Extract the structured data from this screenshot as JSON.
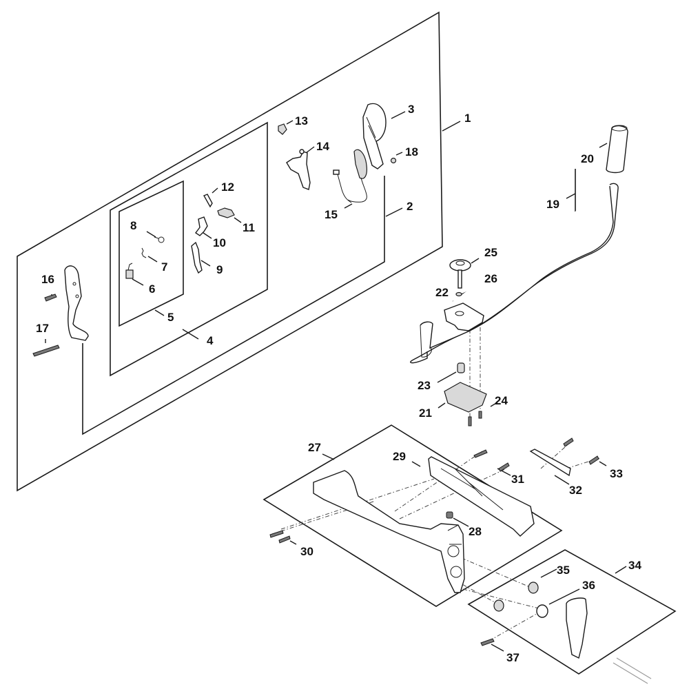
{
  "diagram": {
    "type": "exploded-parts-view",
    "subject": "Handle assembly with loop handle and control handle",
    "callouts": [
      {
        "id": "1",
        "label": "1"
      },
      {
        "id": "2",
        "label": "2"
      },
      {
        "id": "3",
        "label": "3"
      },
      {
        "id": "4",
        "label": "4"
      },
      {
        "id": "5",
        "label": "5"
      },
      {
        "id": "6",
        "label": "6"
      },
      {
        "id": "7",
        "label": "7"
      },
      {
        "id": "8",
        "label": "8"
      },
      {
        "id": "9",
        "label": "9"
      },
      {
        "id": "10",
        "label": "10"
      },
      {
        "id": "11",
        "label": "11"
      },
      {
        "id": "12",
        "label": "12"
      },
      {
        "id": "13",
        "label": "13"
      },
      {
        "id": "14",
        "label": "14"
      },
      {
        "id": "15",
        "label": "15"
      },
      {
        "id": "16",
        "label": "16"
      },
      {
        "id": "17",
        "label": "17"
      },
      {
        "id": "18",
        "label": "18"
      },
      {
        "id": "19",
        "label": "19"
      },
      {
        "id": "20",
        "label": "20"
      },
      {
        "id": "21",
        "label": "21"
      },
      {
        "id": "22",
        "label": "22"
      },
      {
        "id": "23",
        "label": "23"
      },
      {
        "id": "24",
        "label": "24"
      },
      {
        "id": "25",
        "label": "25"
      },
      {
        "id": "26",
        "label": "26"
      },
      {
        "id": "27",
        "label": "27"
      },
      {
        "id": "28",
        "label": "28"
      },
      {
        "id": "29",
        "label": "29"
      },
      {
        "id": "30",
        "label": "30"
      },
      {
        "id": "31",
        "label": "31"
      },
      {
        "id": "32",
        "label": "32"
      },
      {
        "id": "33",
        "label": "33"
      },
      {
        "id": "34",
        "label": "34"
      },
      {
        "id": "35",
        "label": "35"
      },
      {
        "id": "36",
        "label": "36"
      },
      {
        "id": "37",
        "label": "37"
      }
    ],
    "groups": [
      {
        "callout": "1",
        "contains": [
          "2",
          "3",
          "4",
          "13",
          "14",
          "15",
          "16",
          "17",
          "18"
        ]
      },
      {
        "callout": "2",
        "contains": [
          "3",
          "4",
          "13",
          "14",
          "15",
          "18"
        ]
      },
      {
        "callout": "4",
        "contains": [
          "5",
          "9",
          "10",
          "11",
          "12"
        ]
      },
      {
        "callout": "5",
        "contains": [
          "6",
          "7",
          "8"
        ]
      },
      {
        "callout": "19",
        "contains": [
          "20"
        ]
      },
      {
        "callout": "27",
        "contains": [
          "28",
          "29",
          "30",
          "31"
        ]
      },
      {
        "callout": "34",
        "contains": [
          "35",
          "36"
        ]
      }
    ]
  }
}
